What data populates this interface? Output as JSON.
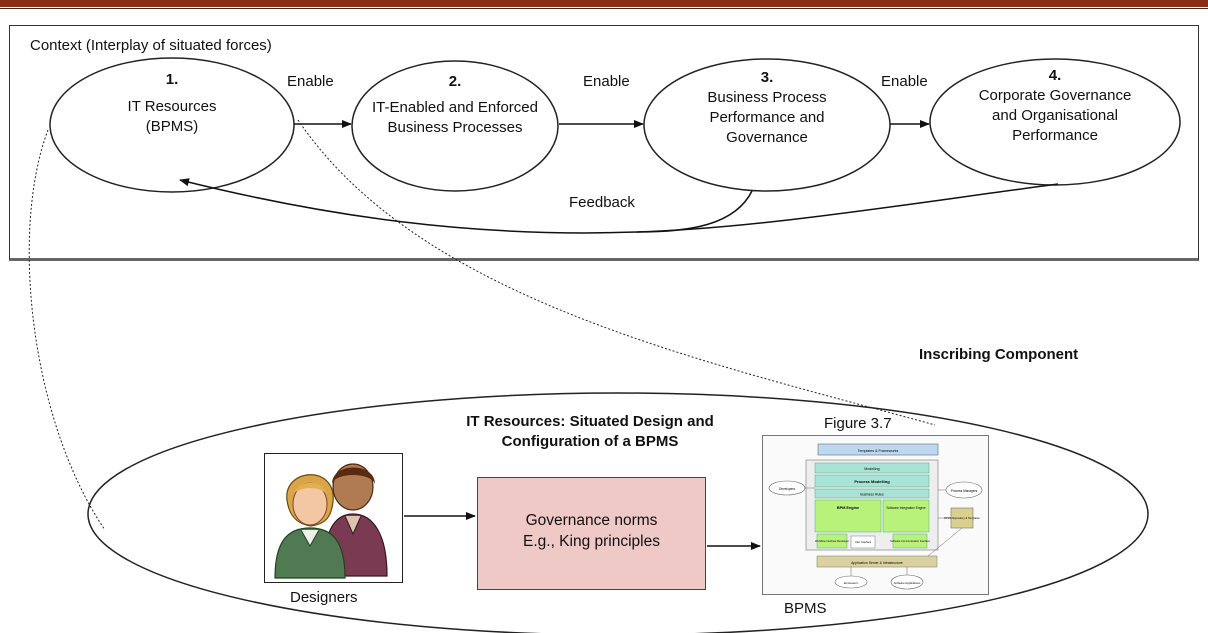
{
  "context_title": "Context (Interplay of situated forces)",
  "nodes": [
    {
      "number": "1.",
      "lines": [
        "IT Resources",
        "(BPMS)"
      ]
    },
    {
      "number": "2.",
      "lines": [
        "IT-Enabled and Enforced",
        "Business Processes"
      ]
    },
    {
      "number": "3.",
      "lines": [
        "Business Process",
        "Performance and",
        "Governance"
      ]
    },
    {
      "number": "4.",
      "lines": [
        "Corporate Governance",
        "and Organisational",
        "Performance"
      ]
    }
  ],
  "enable_label": "Enable",
  "feedback_label": "Feedback",
  "inscribing_label": "Inscribing Component",
  "it_resources_title": [
    "IT Resources: Situated Design and",
    "Configuration of a BPMS"
  ],
  "figure_label": "Figure 3.7",
  "designers_label": "Designers",
  "governance_lines": [
    "Governance norms",
    "E.g., King principles"
  ],
  "bpms_label": "BPMS",
  "bpms_mini": {
    "top": "Templates & Frameworks",
    "modelling": "Modelling",
    "process_modelling": "Process Modelling",
    "business_rules": "Business Rules",
    "engine": "BPM Engine",
    "integration": "Software Integration Engine",
    "app_server": "Application Server & Infrastructure",
    "left_oval": "Developers",
    "right_oval": "Process Managers",
    "repo": "BPMS Repository & Templates",
    "bottom_left": "End-users",
    "bottom_right": "Software Applications",
    "sub_left": "Workflow Interface Developer",
    "sub_mid": "User Interface",
    "sub_right": "Software Communication Interface"
  },
  "colors": {
    "topbar": "#8b2b17",
    "governance_fill": "#efc9c6",
    "engine_green": "#b9f27a",
    "modelling_teal": "#a8e3d6",
    "templates_blue": "#bcd9f0"
  }
}
